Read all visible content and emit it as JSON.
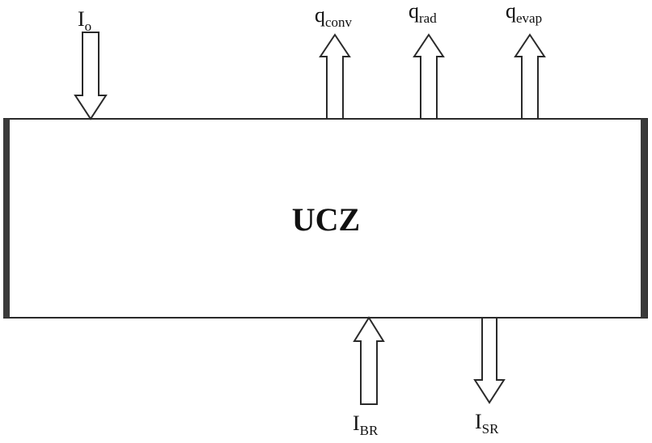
{
  "zone": {
    "label": "UCZ"
  },
  "inputs": {
    "top_main": "I",
    "top_sub": "o",
    "bottom_main": "I",
    "bottom_sub": "BR"
  },
  "outputs": {
    "conv_main": "q",
    "conv_sub": "conv",
    "rad_main": "q",
    "rad_sub": "rad",
    "evap_main": "q",
    "evap_sub": "evap",
    "sr_main": "I",
    "sr_sub": "SR"
  },
  "colors": {
    "stroke": "#2a2a2a",
    "side_bar": "#3a3a3a",
    "text": "#111111"
  }
}
